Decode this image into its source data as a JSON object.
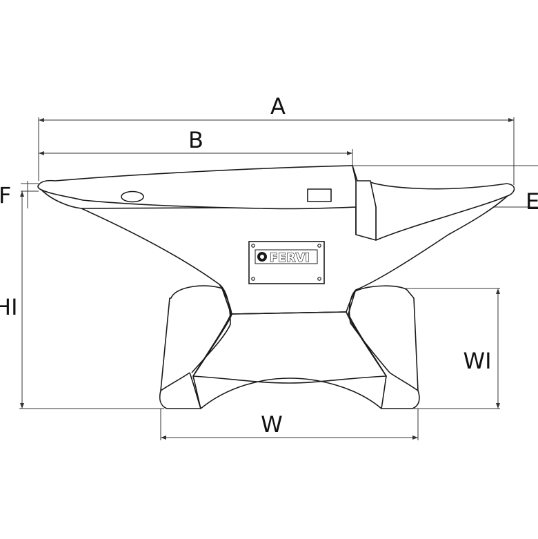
{
  "labels": {
    "A": "A",
    "B": "B",
    "E": "E",
    "F": "F",
    "HI": "HI",
    "WI": "WI",
    "W": "W"
  },
  "nameplate": {
    "brand": "FERVI"
  },
  "colors": {
    "line": "#1a1a1a",
    "dimension": "#333333",
    "fill": "#ffffff"
  }
}
